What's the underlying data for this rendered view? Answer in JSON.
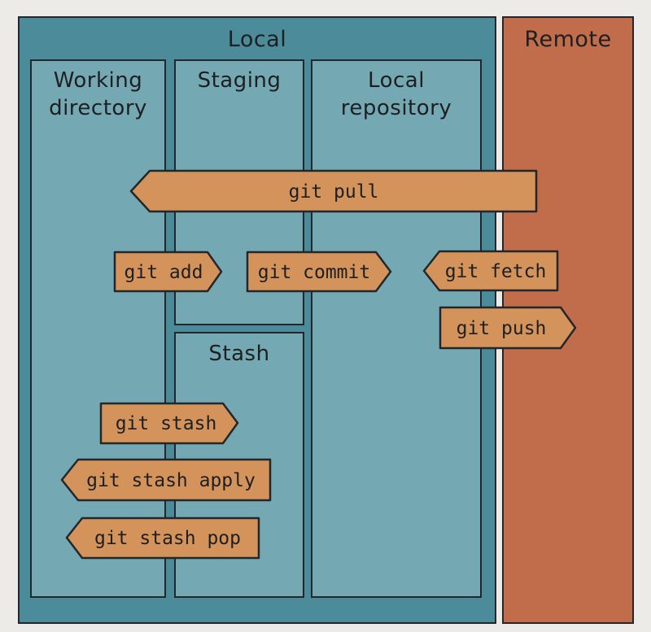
{
  "colors": {
    "background": "#ecebe8",
    "local": "#4c8b9a",
    "column": "#74a8b2",
    "remote": "#c16c4a",
    "command": "#d4935a",
    "outline": "#23272b"
  },
  "local": {
    "title": "Local",
    "columns": {
      "working_directory": [
        "Working",
        "directory"
      ],
      "staging": "Staging",
      "stash": "Stash",
      "local_repository": [
        "Local",
        "repository"
      ]
    }
  },
  "remote": {
    "title": "Remote"
  },
  "commands": [
    {
      "id": "git-pull",
      "label": "git pull",
      "direction": "left",
      "from": "Remote",
      "to": "Working directory"
    },
    {
      "id": "git-add",
      "label": "git add",
      "direction": "right",
      "from": "Working directory",
      "to": "Staging"
    },
    {
      "id": "git-commit",
      "label": "git commit",
      "direction": "right",
      "from": "Staging",
      "to": "Local repository"
    },
    {
      "id": "git-fetch",
      "label": "git fetch",
      "direction": "left",
      "from": "Remote",
      "to": "Local repository"
    },
    {
      "id": "git-push",
      "label": "git push",
      "direction": "right",
      "from": "Local repository",
      "to": "Remote"
    },
    {
      "id": "git-stash",
      "label": "git stash",
      "direction": "right",
      "from": "Working directory",
      "to": "Stash"
    },
    {
      "id": "git-stash-apply",
      "label": "git stash apply",
      "direction": "left",
      "from": "Stash",
      "to": "Working directory"
    },
    {
      "id": "git-stash-pop",
      "label": "git stash pop",
      "direction": "left",
      "from": "Stash",
      "to": "Working directory"
    }
  ]
}
